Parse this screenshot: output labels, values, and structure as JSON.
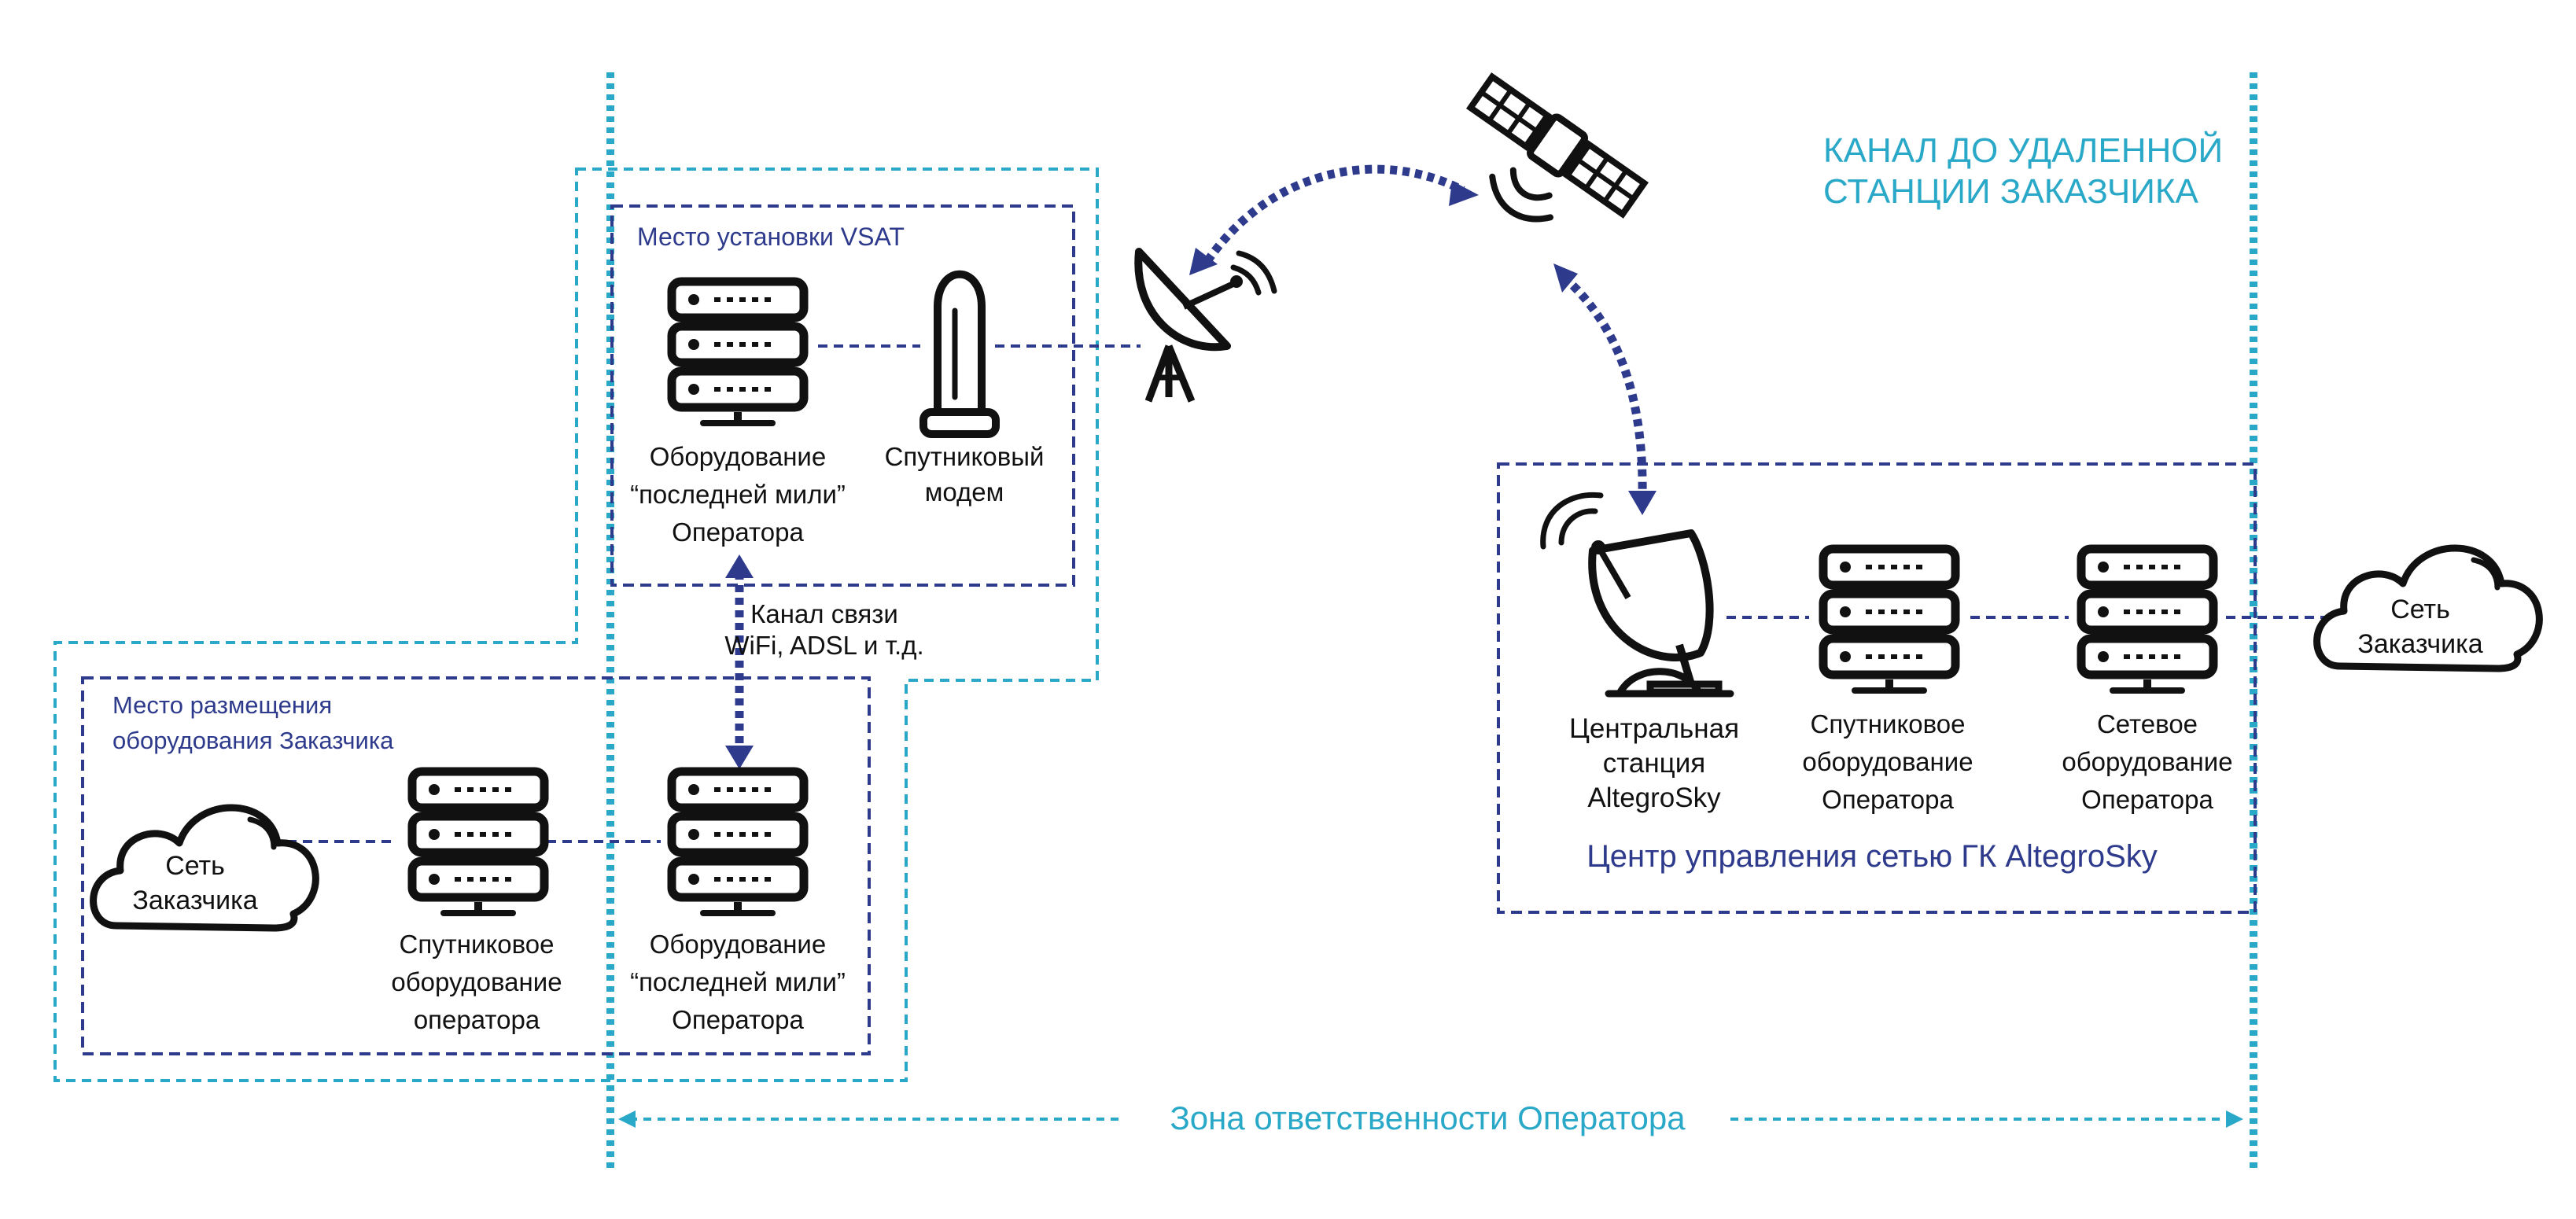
{
  "colors": {
    "dark_blue": "#2e3a8c",
    "cyan": "#2aa8c8",
    "black": "#111111"
  },
  "zone_title": {
    "line1": "КАНАЛ ДО УДАЛЕННОЙ",
    "line2": "СТАНЦИИ ЗАКАЗЧИКА"
  },
  "vsat_site": {
    "title": "Место установки VSAT",
    "lastmile": [
      "Оборудование",
      "“последней мили”",
      "Оператора"
    ],
    "modem": [
      "Спутниковый",
      "модем"
    ]
  },
  "link": [
    "Канал связи",
    "WiFi, ADSL и т.д."
  ],
  "customer_site": {
    "title": [
      "Место размещения",
      "оборудования Заказчика"
    ],
    "cloud": [
      "Сеть",
      "Заказчика"
    ],
    "sat_equipment": [
      "Спутниковое",
      "оборудование",
      "оператора"
    ],
    "lastmile": [
      "Оборудование",
      "“последней мили”",
      "Оператора"
    ]
  },
  "control_center": {
    "title": "Центр управления сетью ГК AltegroSky",
    "hub": [
      "Центральная",
      "станция",
      "AltegroSky"
    ],
    "sat_equipment": [
      "Спутниковое",
      "оборудование",
      "Оператора"
    ],
    "net_equipment": [
      "Сетевое",
      "оборудование",
      "Оператора"
    ]
  },
  "remote_cloud": [
    "Сеть",
    "Заказчика"
  ],
  "responsibility": "Зона ответственности Оператора",
  "icons": [
    "server-icon",
    "modem-icon",
    "satellite-dish-icon",
    "satellite-icon",
    "cloud-icon"
  ]
}
